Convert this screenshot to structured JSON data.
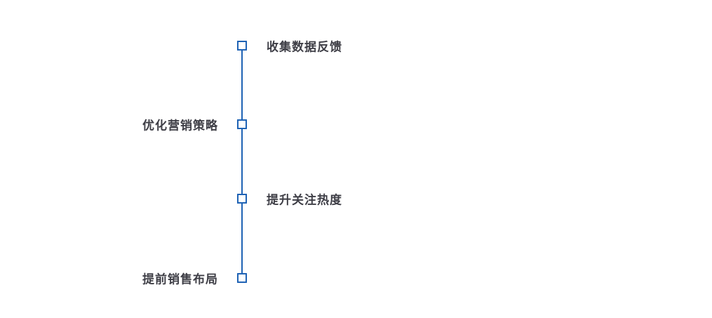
{
  "diagram": {
    "type": "vertical-timeline",
    "accent_color": "#1f63b5",
    "text_color": "#3e3e46",
    "nodes": [
      {
        "label": "收集数据反馈",
        "side": "right"
      },
      {
        "label": "优化营销策略",
        "side": "left"
      },
      {
        "label": "提升关注热度",
        "side": "right"
      },
      {
        "label": "提前销售布局",
        "side": "left"
      }
    ]
  }
}
